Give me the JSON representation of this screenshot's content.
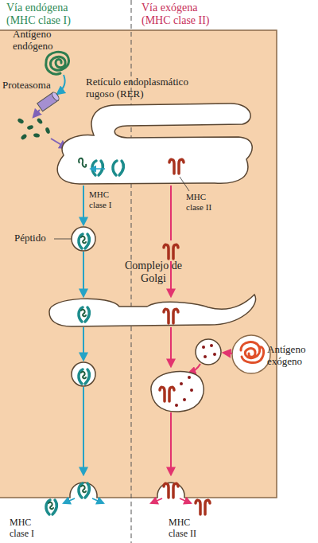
{
  "diagram": {
    "labels": [
      "Vía endógena (MHC clase I)",
      "Vía exógena (MHC clase II)",
      "Antígeno endógeno",
      "Proteasoma",
      "Retículo endoplasmático rugoso (RER)",
      "MHC clase I",
      "MHC clase II",
      "Péptido",
      "Complejo de Golgi",
      "Antígeno exógeno",
      "MHC clase I",
      "MHC clase II"
    ]
  }
}
